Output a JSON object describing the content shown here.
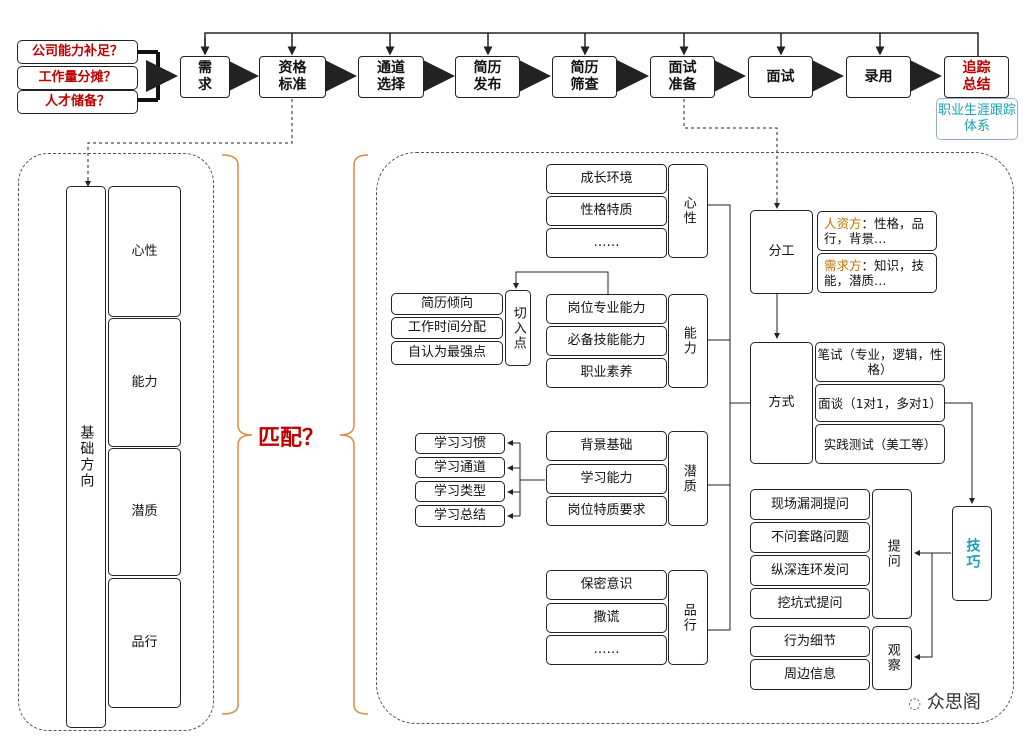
{
  "questions": [
    "公司能力补足？",
    "工作量分摊？",
    "人才储备？"
  ],
  "flow": [
    "需求",
    "资格标准",
    "通道选择",
    "简历发布",
    "简历筛查",
    "面试准备",
    "面试",
    "录用",
    "追踪总结"
  ],
  "flow_lines": [
    [
      "需",
      "求"
    ],
    [
      "资格",
      "标准"
    ],
    [
      "通道",
      "选择"
    ],
    [
      "简历",
      "发布"
    ],
    [
      "简历",
      "筛查"
    ],
    [
      "面试",
      "准备"
    ],
    [
      "面试"
    ],
    [
      "录用"
    ],
    [
      "追踪",
      "总结"
    ]
  ],
  "career": "职业生涯跟踪体系",
  "basic": {
    "label": "基础方向",
    "items": [
      "心性",
      "能力",
      "潜质",
      "品行"
    ]
  },
  "match": "匹配？",
  "groups": {
    "xinxing": {
      "label": "心性",
      "items": [
        "成长环境",
        "性格特质",
        "……"
      ]
    },
    "nengli": {
      "label": "能力",
      "items": [
        "岗位专业能力",
        "必备技能能力",
        "职业素养"
      ]
    },
    "qianzhi": {
      "label": "潜质",
      "items": [
        "背景基础",
        "学习能力",
        "岗位特质要求"
      ]
    },
    "pinxing": {
      "label": "品行",
      "items": [
        "保密意识",
        "撒谎",
        "……"
      ]
    }
  },
  "entry": {
    "label": "切入点",
    "items": [
      "简历倾向",
      "工作时间分配",
      "自认为最强点"
    ]
  },
  "learning": [
    "学习习惯",
    "学习通道",
    "学习类型",
    "学习总结"
  ],
  "fengong": {
    "label": "分工",
    "hr_tag": "人资方",
    "hr_text": "：性格，品行，背景…",
    "dm_tag": "需求方",
    "dm_text": "：知识，技能，潜质…"
  },
  "fangshi": {
    "label": "方式",
    "items": [
      "笔试（专业，逻辑，性格）",
      "面谈（1对1，多对1）",
      "实践测试（美工等）"
    ]
  },
  "jiqiao": "技巧",
  "tiwen": {
    "label": "提问",
    "items": [
      "现场漏洞提问",
      "不问套路问题",
      "纵深连环发问",
      "挖坑式提问"
    ]
  },
  "guancha": {
    "label": "观察",
    "items": [
      "行为细节",
      "周边信息"
    ]
  },
  "watermark": "众思阁",
  "colors": {
    "red": "#c00000",
    "teal": "#1aa0b8",
    "orange": "#c07000"
  }
}
